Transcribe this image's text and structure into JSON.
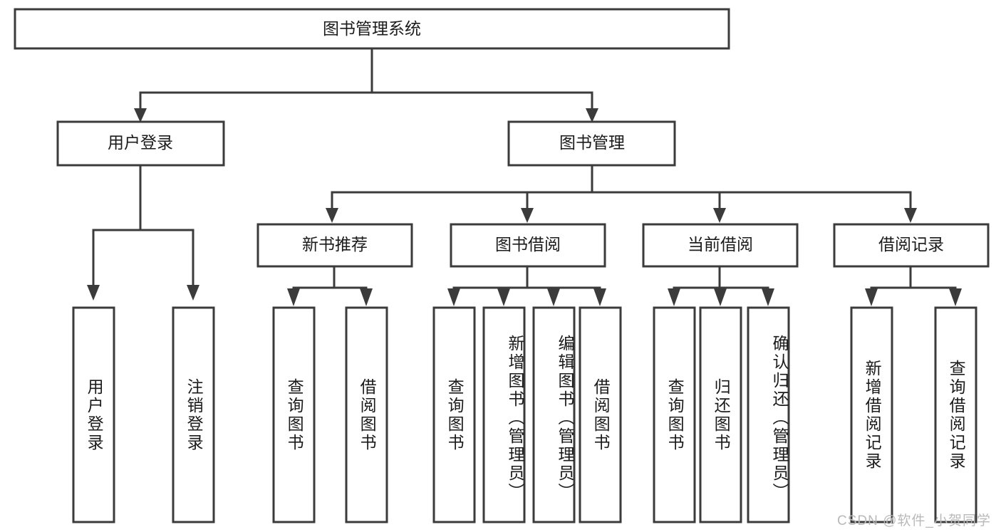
{
  "diagram": {
    "title": "图书管理系统",
    "type": "tree",
    "orientation": "top-down",
    "colors": {
      "box_stroke": "#3b3b3b",
      "box_fill": "#ffffff",
      "connector": "#3b3b3b",
      "text": "#1b1b1b",
      "watermark": "#b9b9b9",
      "background": "#ffffff"
    },
    "root": {
      "label": "图书管理系统",
      "level": 1
    },
    "level2": [
      {
        "label": "用户登录"
      },
      {
        "label": "图书管理"
      }
    ],
    "level3": [
      {
        "label": "新书推荐",
        "parent": "图书管理"
      },
      {
        "label": "图书借阅",
        "parent": "图书管理"
      },
      {
        "label": "当前借阅",
        "parent": "图书管理"
      },
      {
        "label": "借阅记录",
        "parent": "图书管理"
      }
    ],
    "leaves": [
      {
        "label": "用户登录",
        "parent": "用户登录"
      },
      {
        "label": "注销登录",
        "parent": "用户登录"
      },
      {
        "label": "查询图书",
        "parent": "新书推荐"
      },
      {
        "label": "借阅图书",
        "parent": "新书推荐"
      },
      {
        "label": "查询图书",
        "parent": "图书借阅"
      },
      {
        "label": "新增图书（管理员）",
        "parent": "图书借阅"
      },
      {
        "label": "编辑图书（管理员）",
        "parent": "图书借阅"
      },
      {
        "label": "借阅图书",
        "parent": "图书借阅"
      },
      {
        "label": "查询图书",
        "parent": "当前借阅"
      },
      {
        "label": "归还图书",
        "parent": "当前借阅"
      },
      {
        "label": "确认归还（管理员）",
        "parent": "当前借阅"
      },
      {
        "label": "新增借阅记录",
        "parent": "借阅记录"
      },
      {
        "label": "查询借阅记录",
        "parent": "借阅记录"
      }
    ],
    "watermark": "CSDN @软件_小贺同学"
  }
}
